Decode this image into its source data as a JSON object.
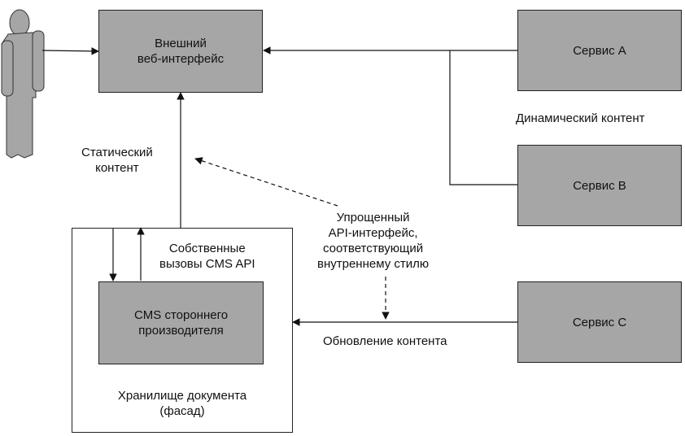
{
  "boxes": {
    "web": {
      "line1": "Внешний",
      "line2": "веб-интерфейс"
    },
    "service_a": {
      "label": "Сервис A"
    },
    "service_b": {
      "label": "Сервис B"
    },
    "service_c": {
      "label": "Сервис C"
    },
    "cms": {
      "line1": "CMS стороннего",
      "line2": "производителя"
    },
    "facade": {
      "line1": "Хранилище документа",
      "line2": "(фасад)"
    }
  },
  "labels": {
    "dynamic": "Динамический контент",
    "static_1": "Статический",
    "static_2": "контент",
    "native_1": "Собственные",
    "native_2": "вызовы CMS API",
    "simplified_1": "Упрощенный",
    "simplified_2": "API-интерфейс,",
    "simplified_3": "соответствующий",
    "simplified_4": "внутреннему стилю",
    "update": "Обновление контента"
  },
  "colors": {
    "box_fill": "#a6a6a6",
    "line": "#111111",
    "user": "#a6a6a6"
  },
  "icons": {
    "user": "person-icon"
  }
}
